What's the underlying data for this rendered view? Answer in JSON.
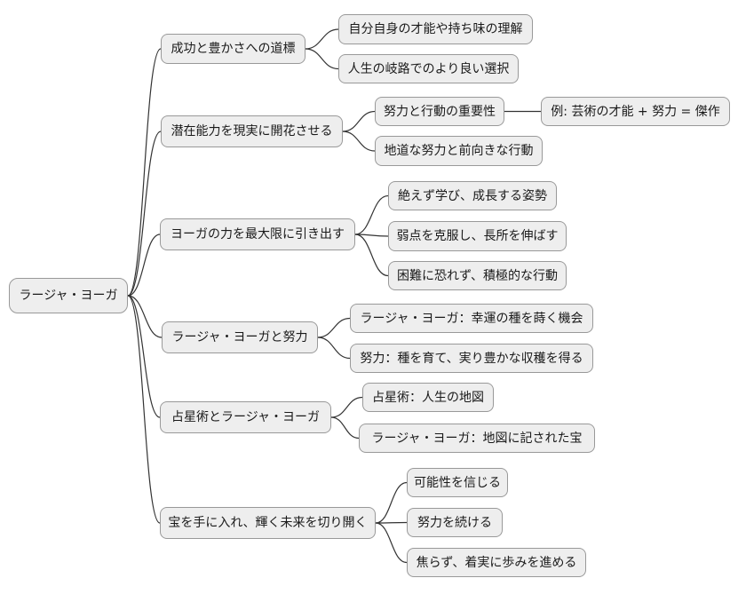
{
  "diagram": {
    "type": "mindmap",
    "colors": {
      "background": "#ffffff",
      "node_fill": "#eeeeee",
      "node_border": "#999999",
      "edge": "#333333",
      "text": "#1a1a1a"
    },
    "root": {
      "id": "root",
      "label": "ラージャ・ヨーガ",
      "children": [
        {
          "id": "b1",
          "label": "成功と豊かさへの道標",
          "children": [
            {
              "id": "l1a",
              "label": "自分自身の才能や持ち味の理解"
            },
            {
              "id": "l1b",
              "label": "人生の岐路でのより良い選択"
            }
          ]
        },
        {
          "id": "b2",
          "label": "潜在能力を現実に開花させる",
          "children": [
            {
              "id": "l2a",
              "label": "努力と行動の重要性",
              "children": [
                {
                  "id": "l2a1",
                  "label": "例: 芸術の才能 + 努力 = 傑作"
                }
              ]
            },
            {
              "id": "l2b",
              "label": "地道な努力と前向きな行動"
            }
          ]
        },
        {
          "id": "b3",
          "label": "ヨーガの力を最大限に引き出す",
          "children": [
            {
              "id": "l3a",
              "label": "絶えず学び、成長する姿勢"
            },
            {
              "id": "l3b",
              "label": "弱点を克服し、長所を伸ばす"
            },
            {
              "id": "l3c",
              "label": "困難に恐れず、積極的な行動"
            }
          ]
        },
        {
          "id": "b4",
          "label": "ラージャ・ヨーガと努力",
          "children": [
            {
              "id": "l4a",
              "label": "ラージャ・ヨーガ：幸運の種を蒔く機会"
            },
            {
              "id": "l4b",
              "label": "努力：種を育て、実り豊かな収穫を得る"
            }
          ]
        },
        {
          "id": "b5",
          "label": "占星術とラージャ・ヨーガ",
          "children": [
            {
              "id": "l5a",
              "label": "占星術：人生の地図"
            },
            {
              "id": "l5b",
              "label": "ラージャ・ヨーガ：地図に記された宝"
            }
          ]
        },
        {
          "id": "b6",
          "label": "宝を手に入れ、輝く未来を切り開く",
          "children": [
            {
              "id": "l6a",
              "label": "可能性を信じる"
            },
            {
              "id": "l6b",
              "label": "努力を続ける"
            },
            {
              "id": "l6c",
              "label": "焦らず、着実に歩みを進める"
            }
          ]
        }
      ]
    }
  }
}
